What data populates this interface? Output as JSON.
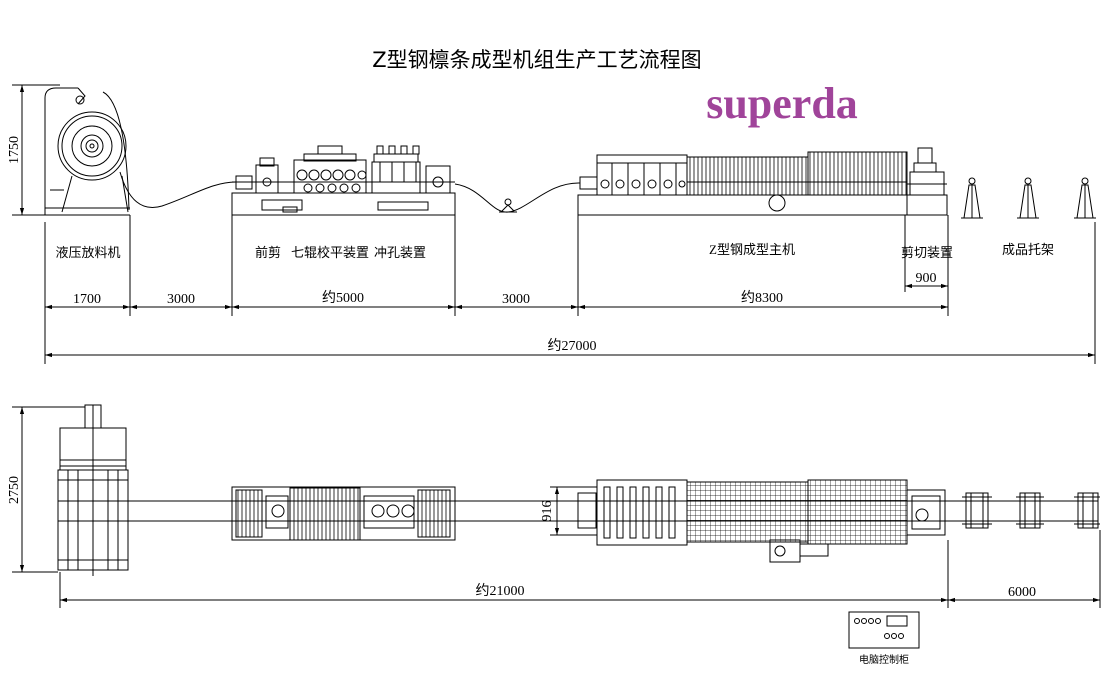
{
  "title": "Z型钢檩条成型机组生产工艺流程图",
  "brand": {
    "text": "superda",
    "color": "#a0449a"
  },
  "drawing_color": "#000000",
  "elevation": {
    "labels": {
      "decoiler": "液压放料机",
      "pre_shear": "前剪",
      "leveler": "七辊校平装置",
      "punching": "冲孔装置",
      "forming_machine": "Z型钢成型主机",
      "shear": "剪切装置",
      "product_rack": "成品托架"
    },
    "height": "1750",
    "segments": {
      "decoiler": "1700",
      "gap_1": "3000",
      "feeding_line": "约5000",
      "gap_2": "3000",
      "forming_machine": "约8300",
      "shear": "900"
    },
    "total_length": "约27000"
  },
  "plan": {
    "width": "2750",
    "strip_width": "916",
    "line_length": "约21000",
    "rack_length": "6000",
    "control_cabinet": "电脑控制柜"
  }
}
